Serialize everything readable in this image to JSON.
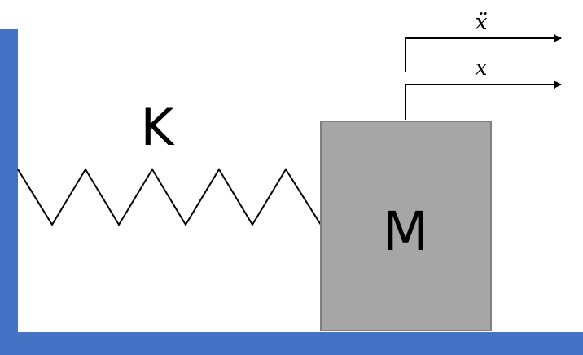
{
  "diagram": {
    "spring_label": "K",
    "mass_label": "M",
    "displacement_label": "x",
    "acceleration_label": "ẍ"
  },
  "colors": {
    "wall": "#4472c4",
    "mass_fill": "#a6a6a6",
    "mass_stroke": "#7f7f7f",
    "line": "#000000"
  }
}
